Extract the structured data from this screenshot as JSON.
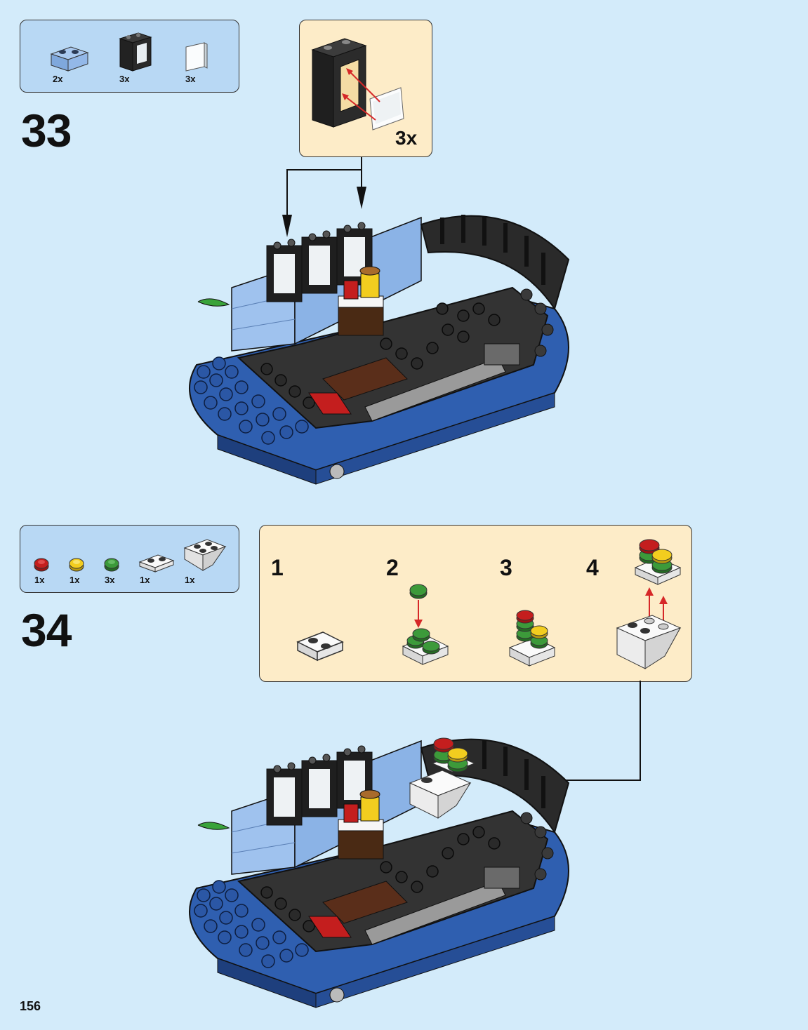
{
  "page_number": "156",
  "steps": [
    {
      "number": "33",
      "parts": [
        {
          "qty": "2x",
          "part": "light-blue-brick-1x2-icon",
          "color": "#8fb6e6"
        },
        {
          "qty": "3x",
          "part": "black-window-frame-icon",
          "color": "#222222"
        },
        {
          "qty": "3x",
          "part": "clear-glass-pane-icon",
          "color": "#f4f8fb"
        }
      ],
      "callout": {
        "qty": "3x"
      }
    },
    {
      "number": "34",
      "parts": [
        {
          "qty": "1x",
          "part": "red-round-plate-icon",
          "color": "#c41e1e"
        },
        {
          "qty": "1x",
          "part": "yellow-round-plate-icon",
          "color": "#f2cd1f"
        },
        {
          "qty": "3x",
          "part": "green-round-plate-icon",
          "color": "#3c9a3a"
        },
        {
          "qty": "1x",
          "part": "white-plate-1x2-icon",
          "color": "#ffffff"
        },
        {
          "qty": "1x",
          "part": "white-inverted-slope-icon",
          "color": "#ffffff"
        }
      ],
      "callout": {
        "substeps": [
          "1",
          "2",
          "3",
          "4"
        ]
      }
    }
  ],
  "colors": {
    "page_bg": "#d3ebfa",
    "parts_box_bg": "#b8d8f4",
    "callout_bg": "#fdecc8",
    "model_blue": "#2f5fb0",
    "model_black": "#2a2a2a",
    "arrow_red": "#d62828"
  }
}
